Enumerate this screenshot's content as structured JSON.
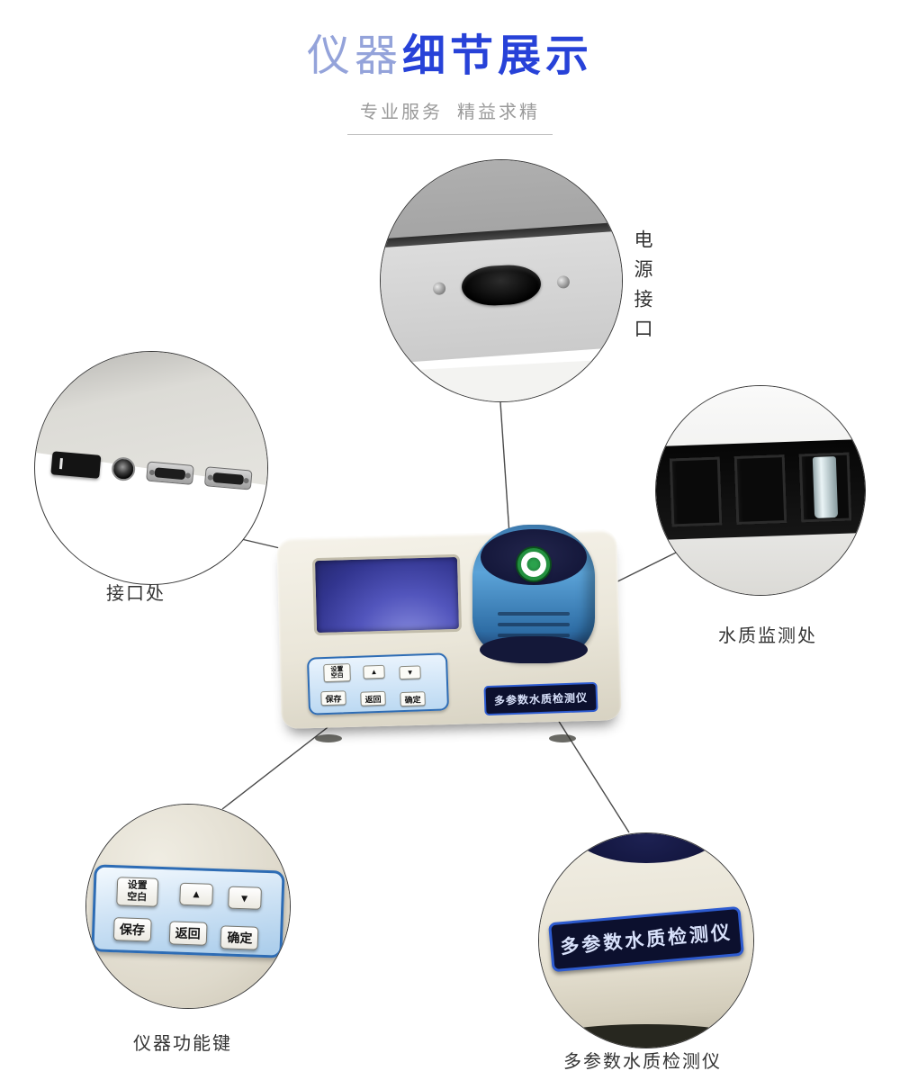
{
  "colors": {
    "title_accent": "#2742d8",
    "title_light": "#94a3da",
    "keypad_border_blue": "#2d6cb5",
    "pod_blue": "#4a93cc",
    "nameplate_navy": "#0c102e",
    "nameplate_border": "#2d5bd0",
    "screen_blue": "#5255bc"
  },
  "header": {
    "title_light": "仪器",
    "title_bold": "细节展示",
    "subtitle_left": "专业服务",
    "subtitle_right": "精益求精"
  },
  "callouts": {
    "power": {
      "label": "电源接口"
    },
    "ports": {
      "label": "接口处"
    },
    "monitor": {
      "label": "水质监测处"
    },
    "keys": {
      "label": "仪器功能键"
    },
    "nameplate": {
      "label": "多参数水质检测仪"
    }
  },
  "device": {
    "keypad": {
      "set_line1": "设置",
      "set_line2": "空白",
      "up": "▲",
      "down": "▼",
      "save": "保存",
      "back": "返回",
      "ok": "确定"
    },
    "nameplate_text": "多参数水质检测仪"
  }
}
